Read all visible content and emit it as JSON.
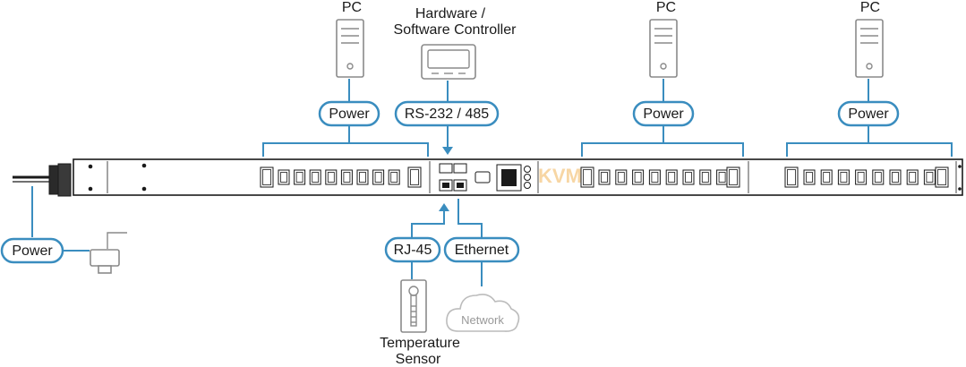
{
  "labels": {
    "pc1": "PC",
    "pc2": "PC",
    "pc3": "PC",
    "controller_line1": "Hardware /",
    "controller_line2": "Software Controller",
    "temp_line1": "Temperature",
    "temp_line2": "Sensor",
    "network": "Network"
  },
  "pills": {
    "power_pc1": "Power",
    "rs232": "RS-232 / 485",
    "power_pc2": "Power",
    "power_pc3": "Power",
    "power_input": "Power",
    "rj45": "RJ-45",
    "ethernet": "Ethernet"
  },
  "watermark": "KVM",
  "colors": {
    "accent": "#3a8dbf",
    "device_gray": "#8a8a8a",
    "outline": "#1a1a1a"
  },
  "icons": [
    "pc-tower-icon",
    "controller-screen-icon",
    "plug-icon",
    "temperature-sensor-icon",
    "cloud-icon"
  ]
}
